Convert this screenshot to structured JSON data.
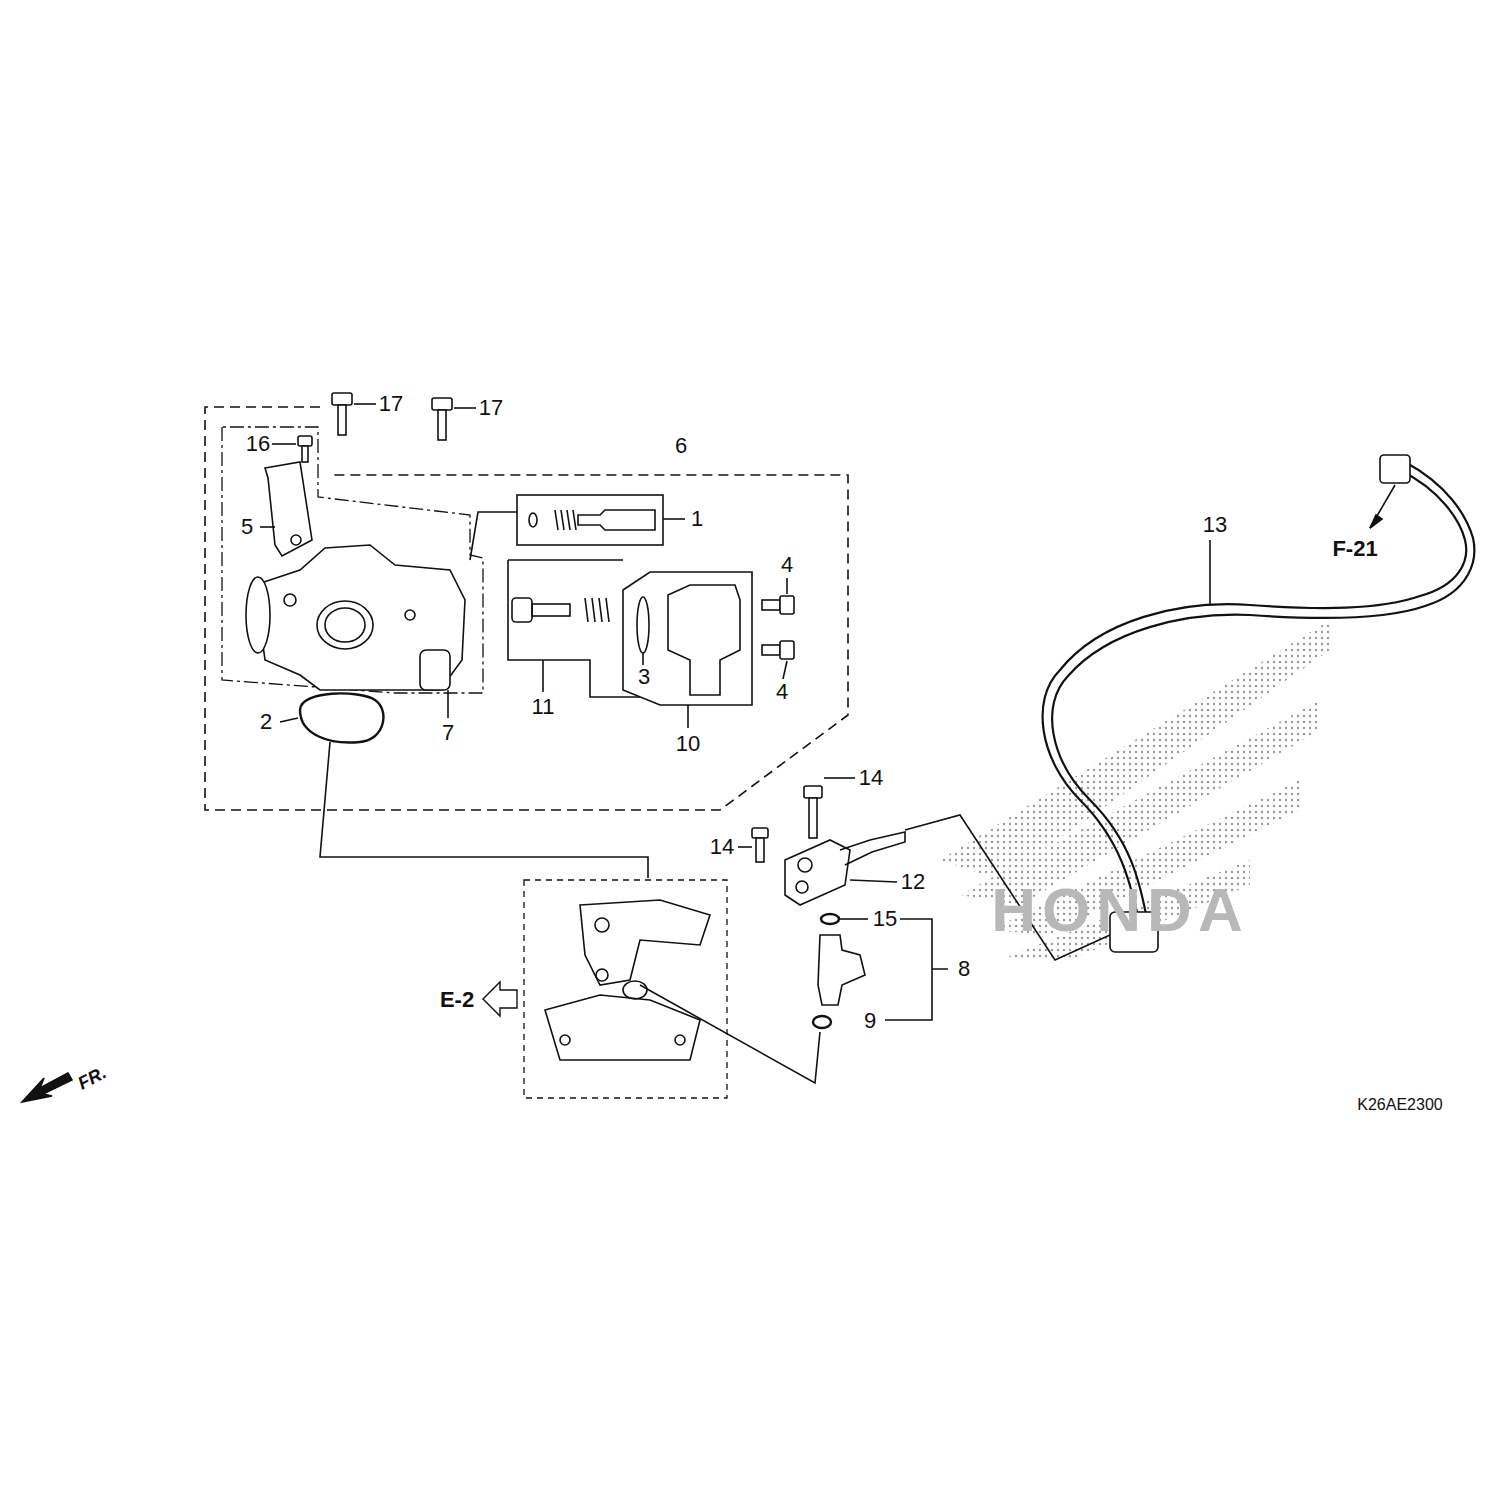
{
  "diagram": {
    "labels": [
      "17",
      "17",
      "16",
      "6",
      "1",
      "5",
      "4",
      "13",
      "F-21",
      "3",
      "4",
      "11",
      "2",
      "7",
      "10",
      "14",
      "14",
      "12",
      "HONDA",
      "15",
      "8",
      "E-2",
      "9",
      "FR.",
      "K26AE2300"
    ]
  }
}
